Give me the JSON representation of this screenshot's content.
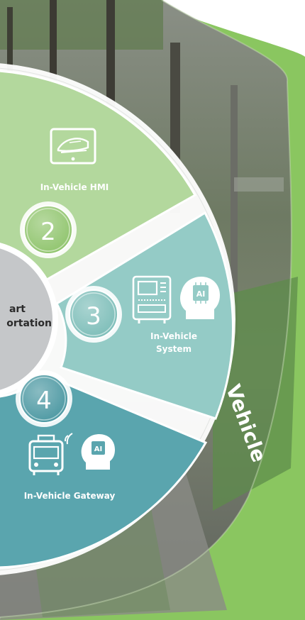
{
  "hub": {
    "line1": "art",
    "line2": "ortation"
  },
  "segments": [
    {
      "number": "2",
      "label": "In-Vehicle HMI",
      "icon": "touchscreen-train-icon",
      "color": "#b3d89d"
    },
    {
      "number": "3",
      "label_line1": "In-Vehicle",
      "label_line2": "System",
      "icon": "onboard-unit-ai-icon",
      "color": "#94cbc6"
    },
    {
      "number": "4",
      "label": "In-Vehicle Gateway",
      "icon": "bus-wireless-ai-icon",
      "color": "#5aa5ae"
    }
  ],
  "ai_badge": "AI",
  "ring_label": "Vehicle",
  "colors": {
    "outer_green": "#8ac660",
    "hub_grey": "#c5c7c9",
    "white": "#ffffff"
  }
}
